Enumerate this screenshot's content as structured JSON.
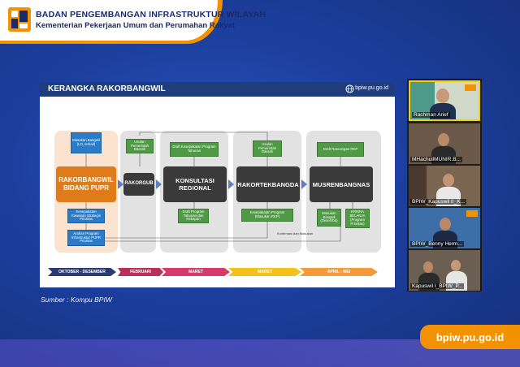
{
  "header": {
    "title": "BADAN PENGEMBANGAN INFRASTRUKTUR WILAYAH",
    "subtitle": "Kementerian Pekerjaan Umum dan Perumahan Rakyat"
  },
  "slide": {
    "title": "KERANGKA RAKORBANGWIL",
    "url": "bpiw.pu.go.id",
    "boxes": {
      "masukan_bangwil": "Masukan Bangwil (LO, terkait)",
      "usulan_pemda": "Usulan Pemerintah Daerah",
      "draft_kesepakatan": "Draft Kesepakatan Program Tahunan",
      "usulan_pemda_2": "Usulan Pemerintah Daerah",
      "draft_rancangan_rkp": "Draft Rancangan RKP",
      "kesepakatan_kawasan": "Kesepakatan Kawasan Strategis Prioritas",
      "arahan_program": "Arahan Program Infrastruktur PUPR Prioritas",
      "draft_program": "Draft Program Tahunan dan Rekapan",
      "kesepakatan_program": "Kesepakatan Program (Masukan RKP)",
      "masukan_bangwil_2": "Masukan Bangwil (Desemba)",
      "krisna": "KRISNA BELANJA (Program Prioritas)"
    },
    "stages": {
      "rakorbangwil": "RAKORBANGWIL BIDANG PUPR",
      "rakorgub": "RAKORGUB",
      "konsultasi": "KONSULTASI REGIONAL",
      "rakortekbangda": "RAKORTEKBANGDA",
      "musrenbangnas": "MUSRENBANGNAS"
    },
    "note": "Konfirmasi dan Masukan",
    "timeline": [
      {
        "label": "OKTOBER - DESEMBER",
        "color": "#2b3a73"
      },
      {
        "label": "FEBRUARI",
        "color": "#b8305a"
      },
      {
        "label": "MARET",
        "color": "#d63a6a"
      },
      {
        "label": "MARET",
        "color": "#f2c21b"
      },
      {
        "label": "APRIL - MEI",
        "color": "#f39a3a"
      }
    ]
  },
  "source": "Sumber : Kompu BPIW",
  "participants": [
    {
      "name": "Rachman Arief",
      "active": true
    },
    {
      "name": "MHachullMUNIR.B...",
      "active": false
    },
    {
      "name": "BPIW_Kapuswil II_K...",
      "active": false
    },
    {
      "name": "BPIW_Benny Herm...",
      "active": false
    },
    {
      "name": "Kapuswil I_BPIW_P...",
      "active": false
    }
  ],
  "footer": {
    "website": "bpiw.pu.go.id"
  },
  "colors": {
    "brand_orange": "#f39200",
    "brand_navy": "#1a2a6c",
    "background_blue": "#1c3f9e"
  }
}
